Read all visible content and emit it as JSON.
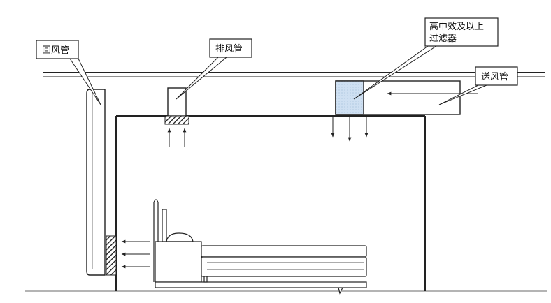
{
  "labels": {
    "return_duct": "回风管",
    "exhaust_duct": "排风管",
    "filter_line1": "高中效及以上",
    "filter_line2": "过滤器",
    "supply_duct": "送风管"
  },
  "colors": {
    "line": "#222222",
    "filter_fill": "#cfe0f2",
    "hatch": "#1a1a1a",
    "background": "#ffffff"
  }
}
